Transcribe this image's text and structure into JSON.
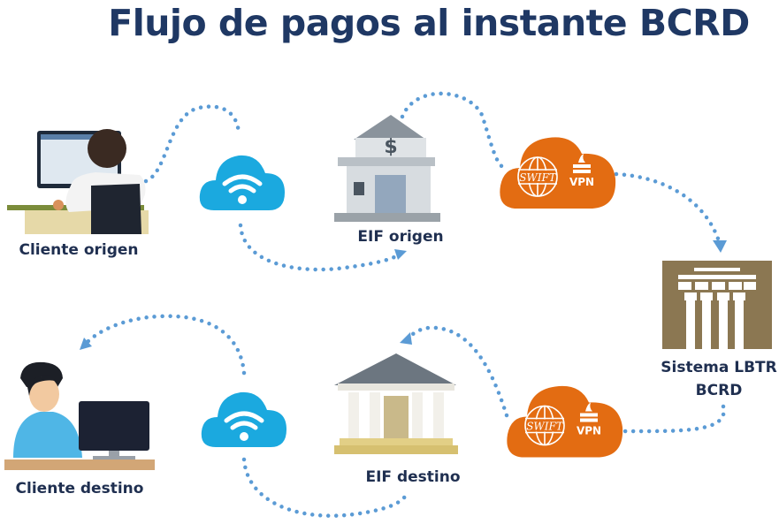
{
  "title": "Flujo de pagos al instante BCRD",
  "nodes": {
    "cliente_origen": "Cliente origen",
    "eif_origen": "EIF origen",
    "sistema_line1": "Sistema LBTR",
    "sistema_line2": "BCRD",
    "eif_destino": "EIF destino",
    "cliente_destino": "Cliente destino"
  },
  "network": {
    "swift_label": "SWIFT",
    "vpn_label": "VPN",
    "bank_symbol": "$"
  },
  "colors": {
    "title": "#1f3864",
    "connector": "#5b9bd5",
    "wifi_cloud": "#1ba9df",
    "network_cloud": "#e36c12",
    "central_bank": "#8b7752"
  }
}
